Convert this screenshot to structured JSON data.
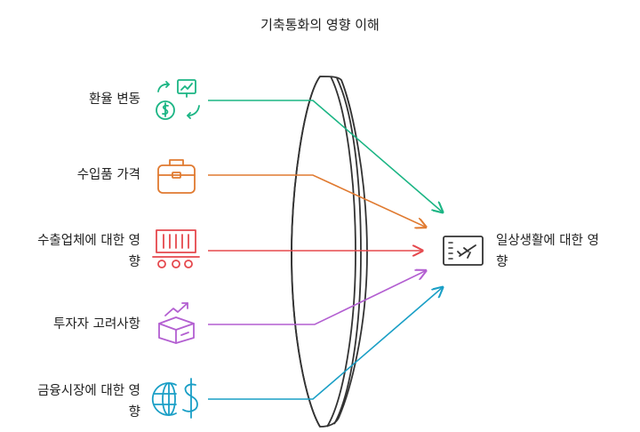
{
  "title": "기축통화의 영향 이해",
  "inputs": [
    {
      "label": "환율 변동",
      "icon": "currency-exchange-icon",
      "color": "#1bb584"
    },
    {
      "label": "수입품 가격",
      "icon": "briefcase-icon",
      "color": "#e07a30"
    },
    {
      "label_line1": "수출업체에 대한 영",
      "label_line2": "향",
      "icon": "shipping-container-icon",
      "color": "#e5484d"
    },
    {
      "label": "투자자 고려사항",
      "icon": "investment-box-icon",
      "color": "#b35fd1"
    },
    {
      "label_line1": "금융시장에 대한 영",
      "label_line2": "향",
      "icon": "global-finance-icon",
      "color": "#1a9fc6"
    }
  ],
  "output": {
    "label_line1": "일상생활에 대한 영",
    "label_line2": "향",
    "icon": "flight-ticket-icon",
    "color": "#333333"
  },
  "lens": {
    "icon": "lens-icon",
    "color": "#333333"
  }
}
